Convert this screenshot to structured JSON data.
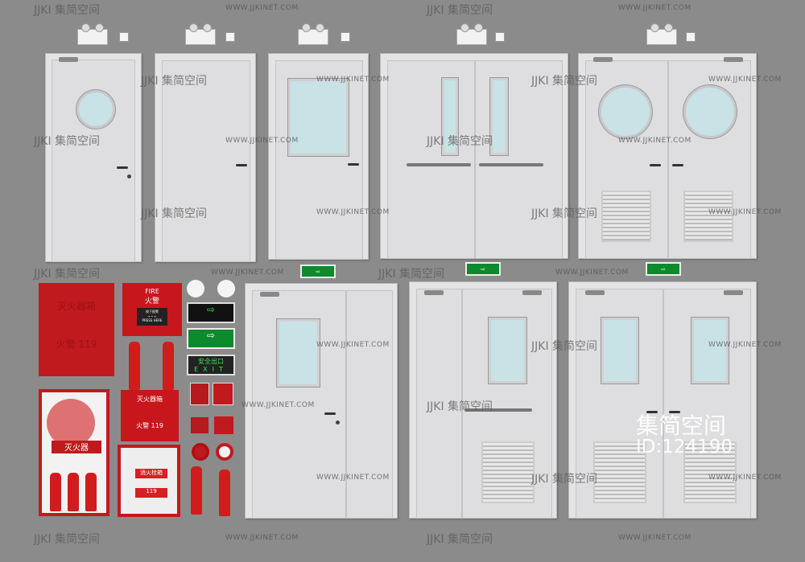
{
  "watermark": {
    "brand": "JJKI 集简空间",
    "url": "WWW.JJKINET.COM",
    "big_title": "集简空间",
    "id": "ID:124190"
  },
  "equipment": {
    "box_large_title": "灭火器箱",
    "box_large_phone": "火警 119",
    "alarm_title": "FIRE",
    "alarm_cn": "火警",
    "alarm_press_cn": "按下报警",
    "alarm_press_en": "PRESS HERE",
    "ext_box_title": "灭火器箱",
    "ext_box_phone": "火警 119",
    "cabinet_label": "灭火器",
    "hydrant_label": "消火栓箱",
    "hydrant_phone": "119",
    "exit_sign_cn": "安全出口",
    "exit_sign_en": "EXIT"
  },
  "colors": {
    "background": "#8b8b8b",
    "fire_red": "#c8161d",
    "exit_green": "#0c8a2c",
    "glass": "#c9e2e6"
  }
}
